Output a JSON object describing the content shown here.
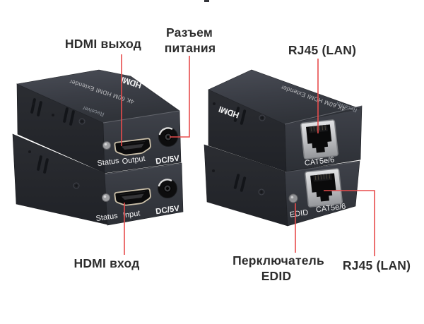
{
  "annotations": {
    "hdmi_output": "HDMI выход",
    "power_connector": {
      "line1": "Разъем",
      "line2": "питания"
    },
    "rj45_lan_top": "RJ45 (LAN)",
    "hdmi_input": "HDMI вход",
    "edid_switch": {
      "line1": "Перключатель",
      "line2": "EDID"
    },
    "rj45_lan_bottom": "RJ45 (LAN)"
  },
  "left_stack": {
    "top_device": {
      "led_label": "Status",
      "port_label": "Output",
      "power_label": "DC/5V",
      "top_face": {
        "brand": "HDMI",
        "model": "4K 60M HDMI Extender",
        "role": "Receiver"
      }
    },
    "bottom_device": {
      "led_label": "Status",
      "port_label": "Input",
      "power_label": "DC/5V"
    }
  },
  "right_stack": {
    "top_device": {
      "port_label": "CAT5e/6",
      "top_face": {
        "brand": "HDMI",
        "model": "4K 60M HDMI Extender",
        "role": "Receiver"
      }
    },
    "bottom_device": {
      "button_label": "EDID",
      "port_label": "CAT5e/6"
    }
  },
  "colors": {
    "callout_line": "#e84c4c",
    "callout_text": "#2d2d2d",
    "device_body": "#2e3137",
    "rj45_frame": "#c9cacd",
    "hdmi_bezel": "#c9bfa8"
  }
}
